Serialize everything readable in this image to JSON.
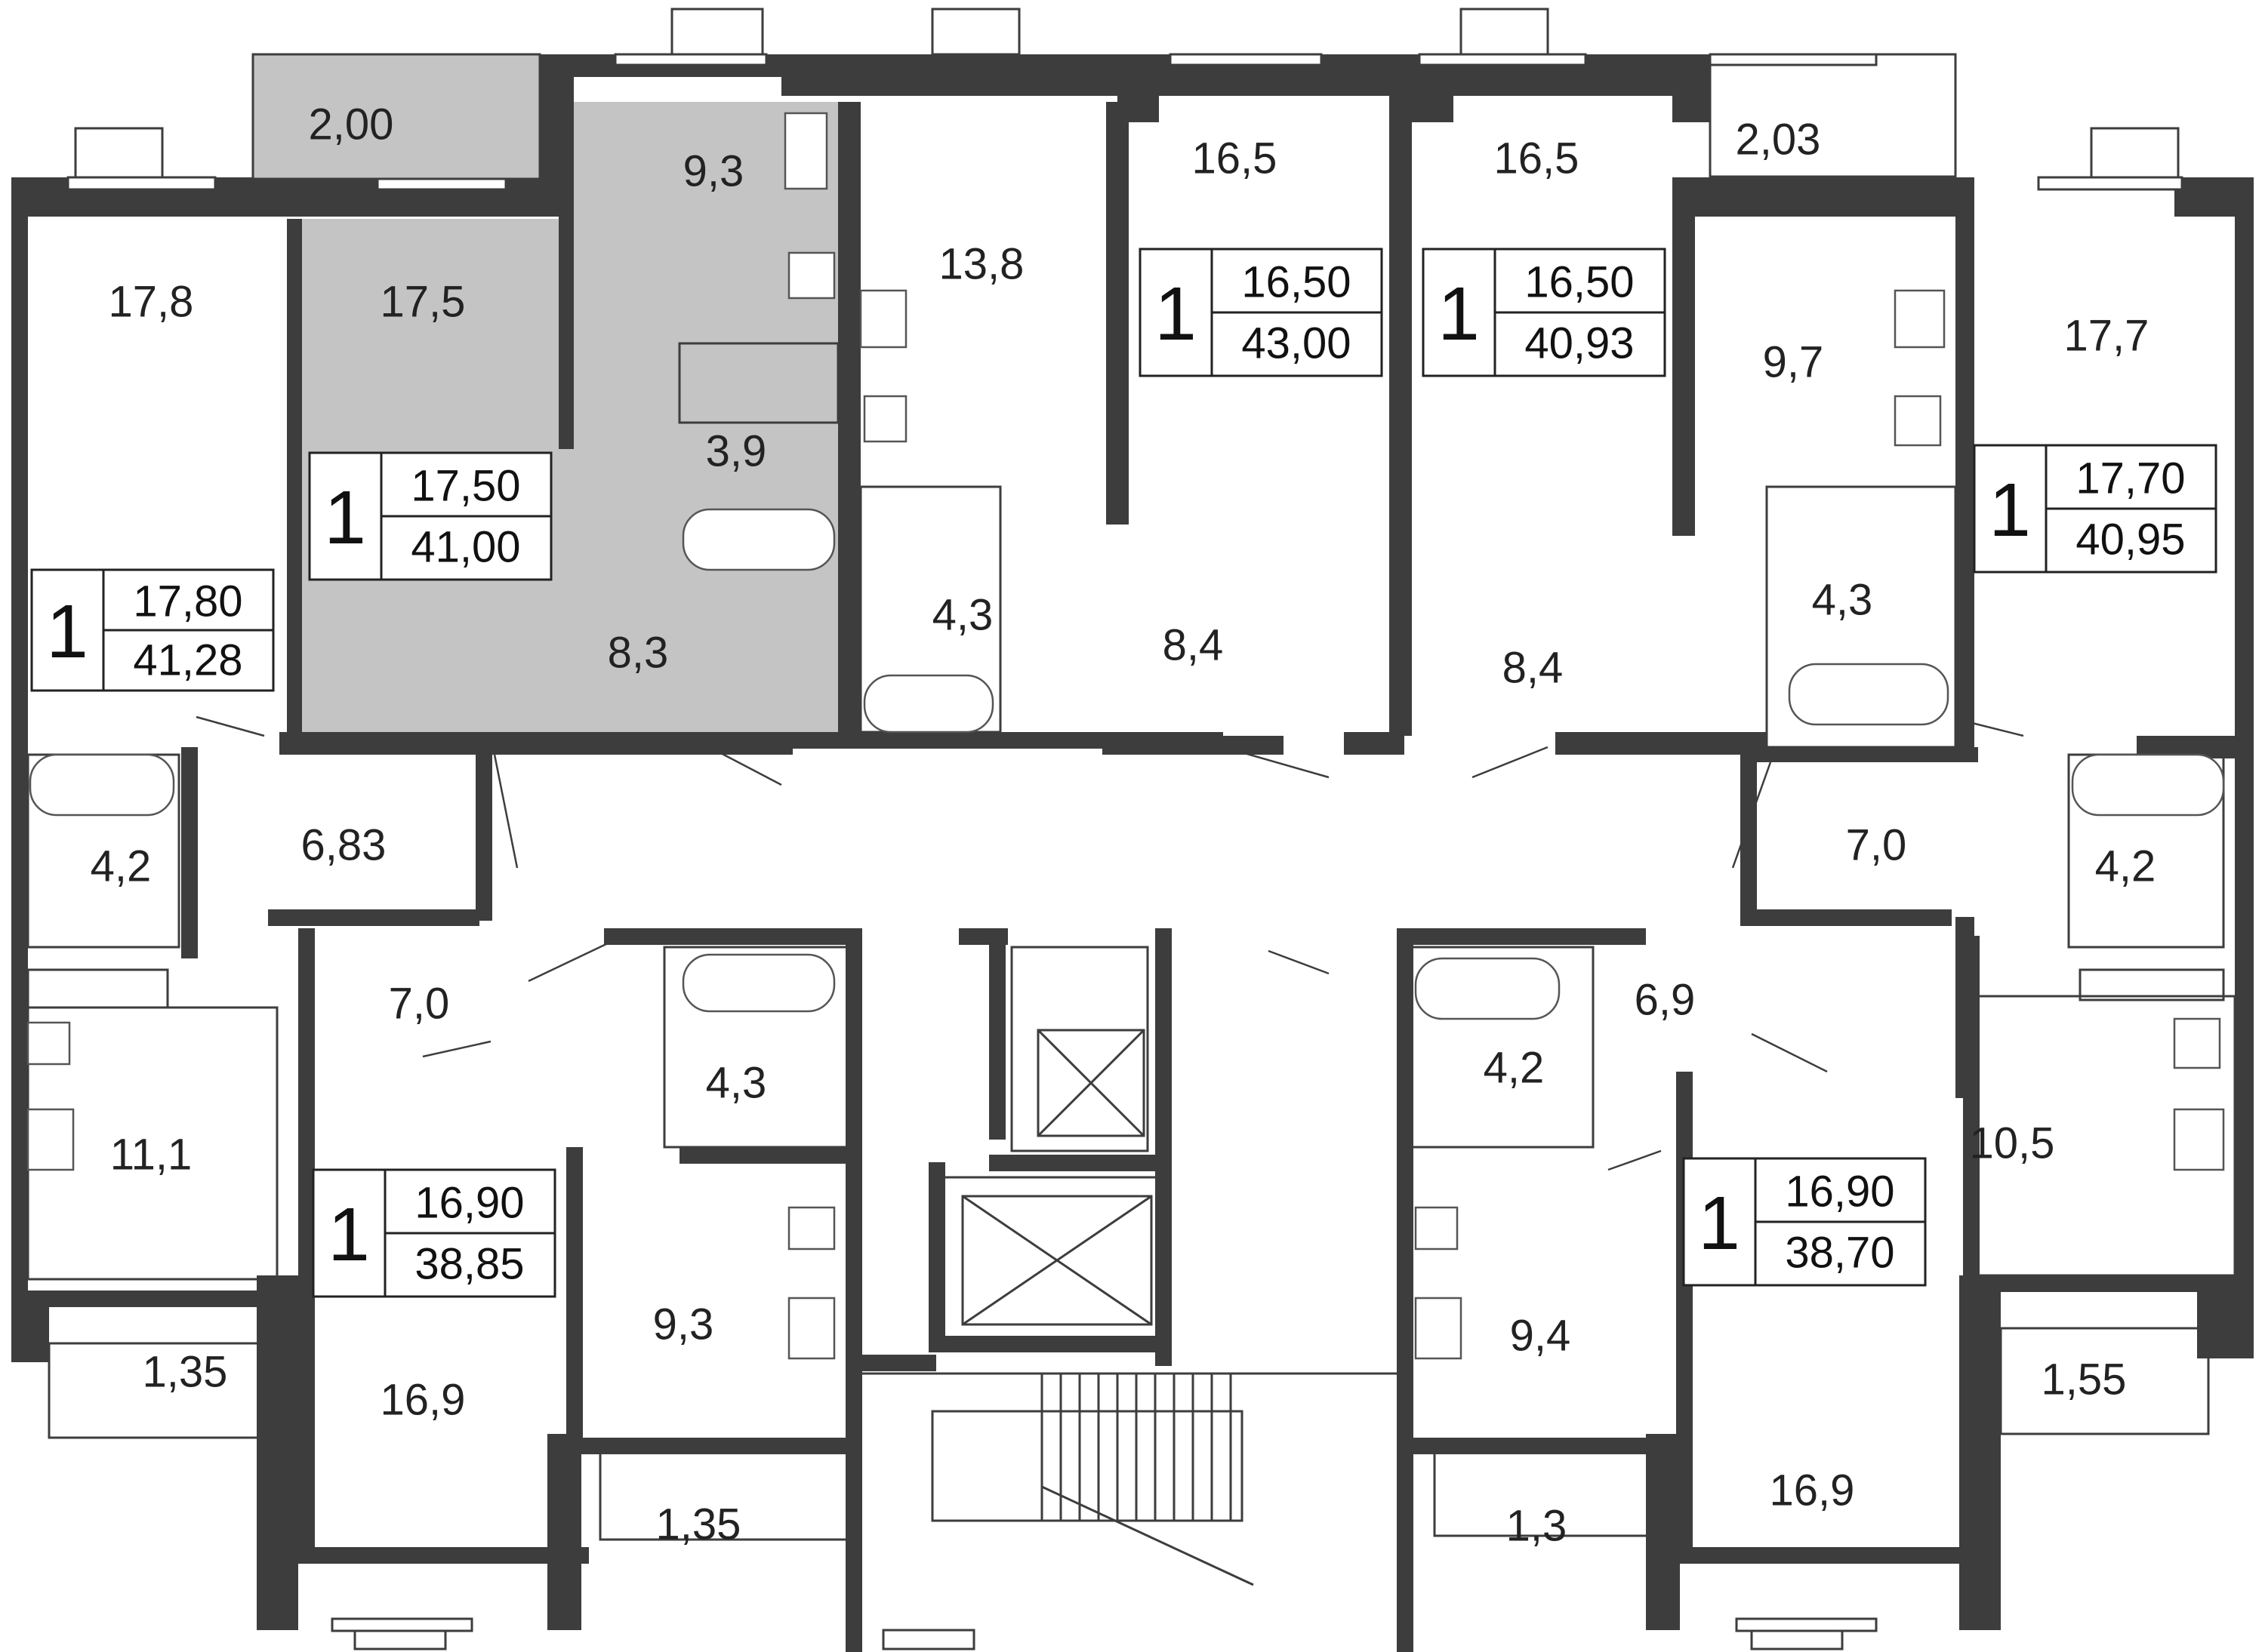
{
  "colors": {
    "wall": "#3d3d3d",
    "selected_apartment": "#c4c4c4",
    "background": "#ffffff",
    "text": "#222222"
  },
  "rooms": {
    "balcony_top_left": "2,00",
    "kitchen_a2": "9,3",
    "room_a1": "17,8",
    "room_a2": "17,5",
    "bath_a2": "3,9",
    "hall_a2": "8,3",
    "kitchen_a3": "13,8",
    "bath_a3": "4,3",
    "room_a4": "16,5",
    "hall_a4": "8,4",
    "room_a5": "16,5",
    "hall_a5": "8,4",
    "balcony_top_right": "2,03",
    "kitchen_a6": "9,7",
    "room_a6": "17,7",
    "bath_a6": "4,3",
    "bath_a1": "4,2",
    "hall_a1": "6,83",
    "kitchen_a1": "11,1",
    "balcony_a1": "1,35",
    "hall_a7": "7,0",
    "bath_a7": "4,3",
    "kitchen_a7": "9,3",
    "room_a7": "16,9",
    "balcony_a7": "1,35",
    "bath_a8": "4,2",
    "hall_a8": "6,9",
    "kitchen_a8": "9,4",
    "room_a8": "16,9",
    "balcony_a8": "1,3",
    "hall_a9": "7,0",
    "bath_a9": "4,2",
    "kitchen_a9": "10,5",
    "balcony_a9": "1,55"
  },
  "apartments": [
    {
      "rooms": "1",
      "living": "17,80",
      "total": "41,28"
    },
    {
      "rooms": "1",
      "living": "17,50",
      "total": "41,00"
    },
    {
      "rooms": "1",
      "living": "16,50",
      "total": "43,00"
    },
    {
      "rooms": "1",
      "living": "16,50",
      "total": "40,93"
    },
    {
      "rooms": "1",
      "living": "17,70",
      "total": "40,95"
    },
    {
      "rooms": "1",
      "living": "16,90",
      "total": "38,85"
    },
    {
      "rooms": "1",
      "living": "16,90",
      "total": "38,70"
    }
  ]
}
